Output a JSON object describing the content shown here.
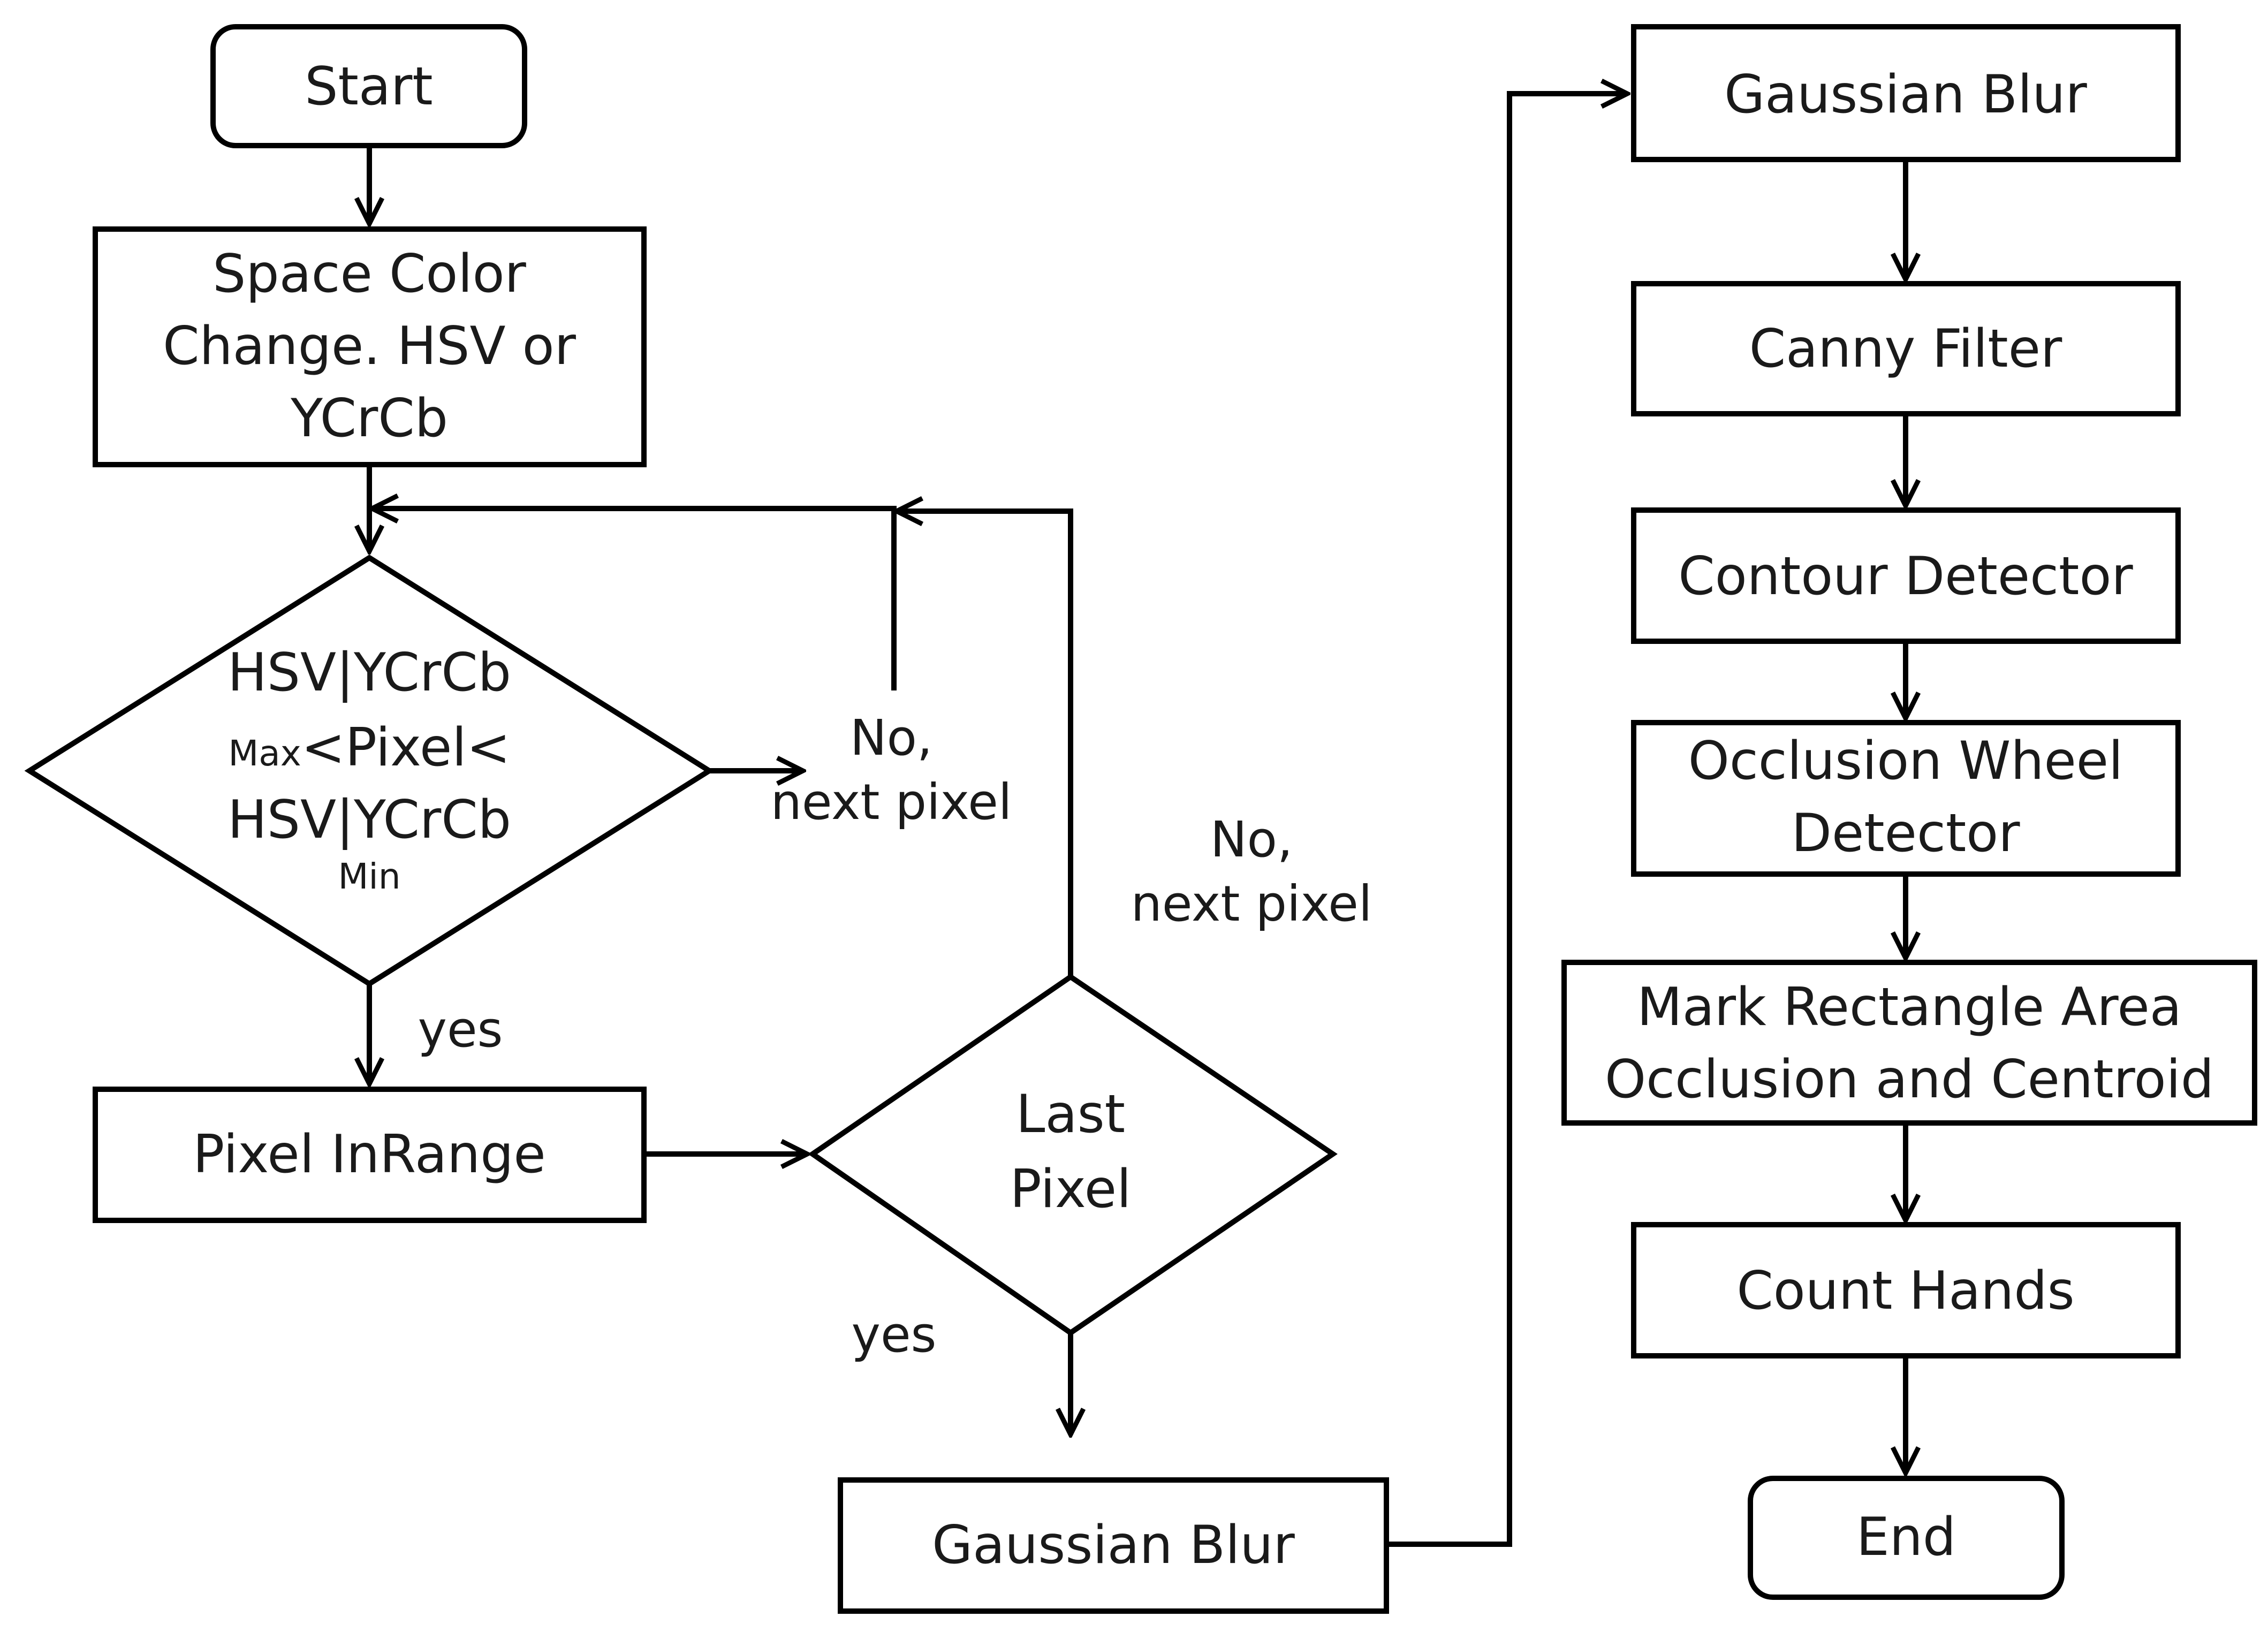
{
  "nodes": {
    "start": "Start",
    "space_color": [
      "Space Color",
      "Change. HSV or",
      "YCrCb"
    ],
    "decision1": {
      "line1": "HSV|YCrCb",
      "line2_small": "Max",
      "line2_main": "<Pixel<",
      "line3": "HSV|YCrCb",
      "line4_small": "Min"
    },
    "pixel_inrange": "Pixel InRange",
    "decision2": [
      "Last",
      "Pixel"
    ],
    "gaussian_blur_1": "Gaussian Blur",
    "gaussian_blur_2": "Gaussian Blur",
    "canny_filter": "Canny Filter",
    "contour_detector": "Contour Detector",
    "occlusion_wheel": [
      "Occlusion Wheel",
      "Detector"
    ],
    "mark_rectangle": [
      "Mark Rectangle Area",
      "Occlusion and Centroid"
    ],
    "count_hands": "Count Hands",
    "end": "End"
  },
  "edge_labels": {
    "no_next_1": [
      "No,",
      "next pixel"
    ],
    "no_next_2": [
      "No,",
      "next pixel"
    ],
    "yes_1": "yes",
    "yes_2": "yes"
  }
}
